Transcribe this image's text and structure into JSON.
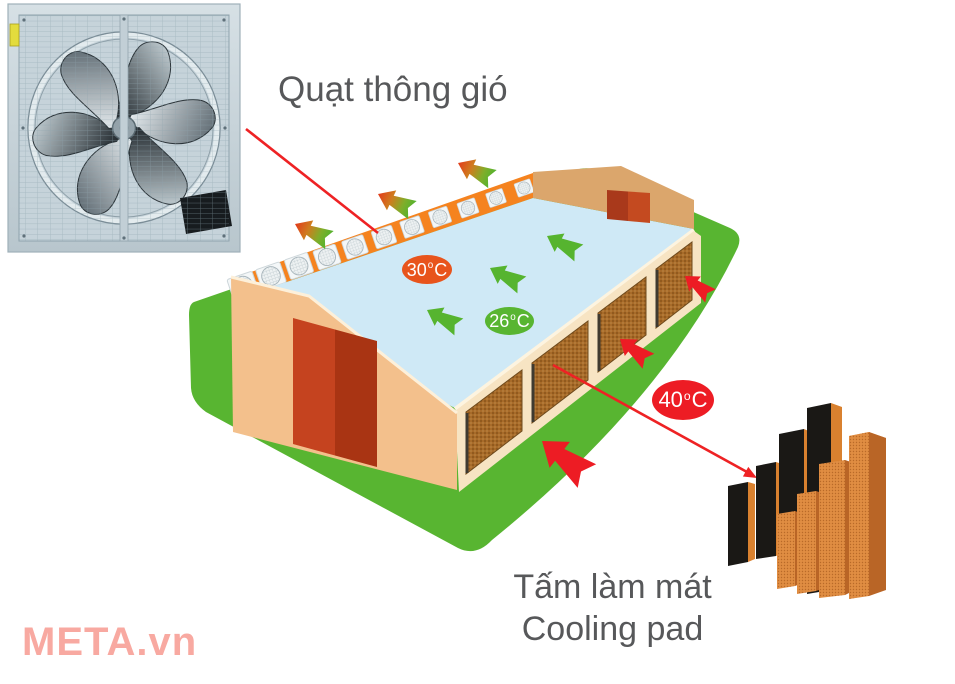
{
  "title": "Quạt thông gió",
  "caption": {
    "line1_vi": "Tấm làm mát",
    "line2_en": "Cooling pad"
  },
  "watermark": "META.vn",
  "badges": [
    {
      "id": "indoor-warm",
      "value": "30",
      "degree": "o",
      "unit": "C",
      "color": "#e8541c"
    },
    {
      "id": "indoor-cool",
      "value": "26",
      "degree": "o",
      "unit": "C",
      "color": "#58b531"
    },
    {
      "id": "outdoor-hot",
      "value": "40",
      "degree": "o",
      "unit": "C",
      "color": "#ed1c24"
    }
  ],
  "icons": {
    "exhaust_airflow": "gradient-block-arrow-up-left",
    "indoor_airflow": "green-block-arrow-up-left",
    "inlet_airflow": "red-block-arrow-up-left",
    "fan_leader_line": "red-line-to-exhaust-fan",
    "pad_leader_line": "red-arrow-line-to-cooling-pad"
  },
  "colors": {
    "exhaust_wall_orange": "#f5831f",
    "roof_blue": "#cfe9f6",
    "ground_green": "#58b531",
    "gable_tan": "#f3c08c",
    "pad_wall_cream": "#f7e4c3",
    "pad_brown": "#a86b29",
    "door_red": "#c5431f",
    "leader_red": "#ee2224",
    "badge_30": "#e8541c",
    "badge_26": "#58b531",
    "badge_40": "#ed1c24",
    "watermark_pink": "#f8a9a1",
    "text_gray": "#57585a"
  }
}
